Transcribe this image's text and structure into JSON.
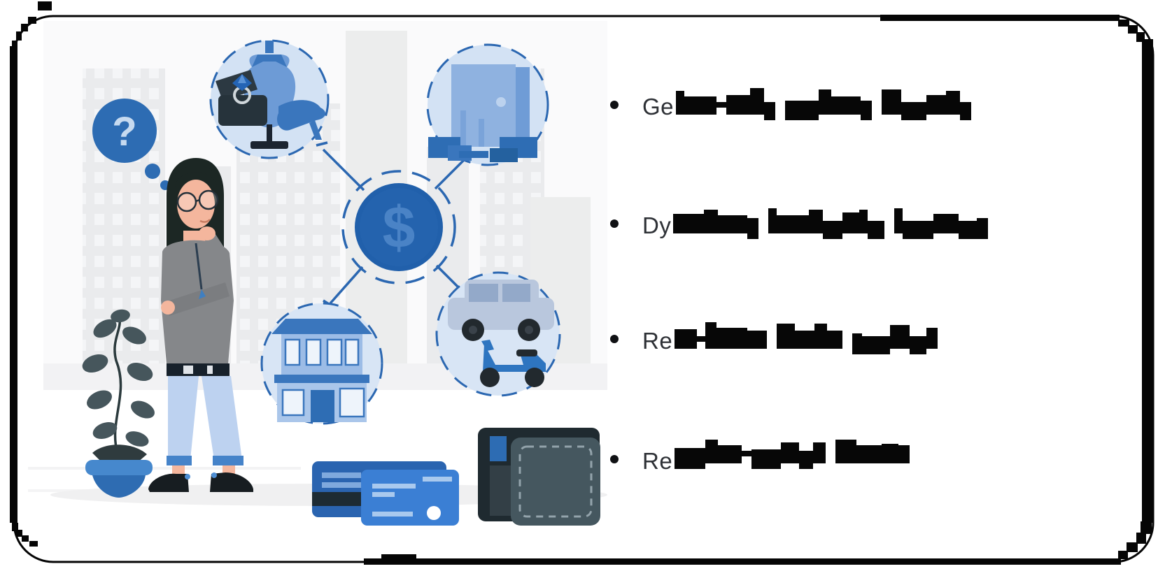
{
  "frame": {
    "card_bg": "#ffffff",
    "page_bg": "#ffffff",
    "border_color": "#050505",
    "style": "rounded rectangle with pixelated glitch border, thick right/bottom edges"
  },
  "illustration": {
    "description": "woman-thinking-about-spending-categories",
    "question_mark": "?",
    "dollar_sign": "$",
    "icons": [
      "question-bubble-icon",
      "fashion-circle-icon",
      "furniture-circle-icon",
      "dollar-coin-icon",
      "house-circle-icon",
      "vehicles-circle-icon",
      "credit-cards-icon",
      "wallet-icon",
      "plant-icon",
      "city-skyline-backdrop"
    ],
    "palette": {
      "primary_blue": "#2d6cb3",
      "mid_blue": "#3b7fd4",
      "soft_blue": "#6d9bd6",
      "pale_circle_fill": "#d3e2f4",
      "pants_blue": "#bdd2f0",
      "dark_ink": "#1f2a30",
      "sweater_gray": "#85878a",
      "skin": "#f4b69d",
      "wallet_gray": "#45575f",
      "skyline_gray": "#eaebed",
      "shadow_gray": "#f0f0f1"
    }
  },
  "bullet_list": {
    "marker": "•",
    "text_color": "#2e3136",
    "block_color": "#070707",
    "items": [
      {
        "prefix": "Ge",
        "redacted": true,
        "groups": [
          [
            [
              12,
              34,
              0
            ],
            [
              46,
              26,
              0
            ],
            [
              14,
              8,
              -10
            ],
            [
              34,
              28,
              0
            ],
            [
              20,
              38,
              0
            ],
            [
              16,
              26,
              8
            ]
          ],
          [
            [
              48,
              28,
              8
            ],
            [
              18,
              36,
              0
            ],
            [
              42,
              26,
              0
            ],
            [
              16,
              28,
              8
            ]
          ],
          [
            [
              28,
              36,
              0
            ],
            [
              36,
              26,
              8
            ],
            [
              28,
              28,
              0
            ],
            [
              20,
              34,
              0
            ],
            [
              16,
              26,
              8
            ]
          ]
        ]
      },
      {
        "prefix": "Dy",
        "redacted": true,
        "groups": [
          [
            [
              44,
              28,
              0
            ],
            [
              20,
              34,
              0
            ],
            [
              42,
              26,
              0
            ],
            [
              16,
              30,
              8
            ]
          ],
          [
            [
              12,
              36,
              0
            ],
            [
              46,
              26,
              0
            ],
            [
              20,
              34,
              0
            ],
            [
              28,
              26,
              8
            ],
            [
              24,
              30,
              0
            ],
            [
              12,
              34,
              0
            ],
            [
              24,
              26,
              8
            ]
          ],
          [
            [
              12,
              36,
              0
            ],
            [
              44,
              26,
              8
            ],
            [
              36,
              28,
              0
            ],
            [
              26,
              26,
              8
            ],
            [
              16,
              30,
              8
            ]
          ]
        ]
      },
      {
        "prefix": "Re",
        "redacted": true,
        "groups": [
          [
            [
              32,
              28,
              0
            ],
            [
              12,
              8,
              -10
            ],
            [
              16,
              38,
              0
            ],
            [
              44,
              30,
              0
            ],
            [
              28,
              26,
              0
            ]
          ],
          [
            [
              26,
              36,
              0
            ],
            [
              28,
              26,
              0
            ],
            [
              18,
              36,
              0
            ],
            [
              22,
              26,
              0
            ]
          ],
          [
            [
              14,
              30,
              8
            ],
            [
              40,
              26,
              8
            ],
            [
              28,
              34,
              0
            ],
            [
              24,
              26,
              8
            ],
            [
              16,
              30,
              0
            ]
          ]
        ]
      },
      {
        "prefix": "Re",
        "redacted": true,
        "groups": [
          [
            [
              44,
              30,
              8
            ],
            [
              18,
              34,
              0
            ],
            [
              34,
              26,
              0
            ],
            [
              14,
              8,
              -10
            ],
            [
              42,
              28,
              8
            ],
            [
              26,
              30,
              0
            ],
            [
              20,
              26,
              8
            ],
            [
              18,
              30,
              0
            ]
          ],
          [
            [
              30,
              34,
              0
            ],
            [
              36,
              26,
              0
            ],
            [
              24,
              28,
              0
            ],
            [
              16,
              26,
              0
            ]
          ]
        ]
      }
    ]
  }
}
